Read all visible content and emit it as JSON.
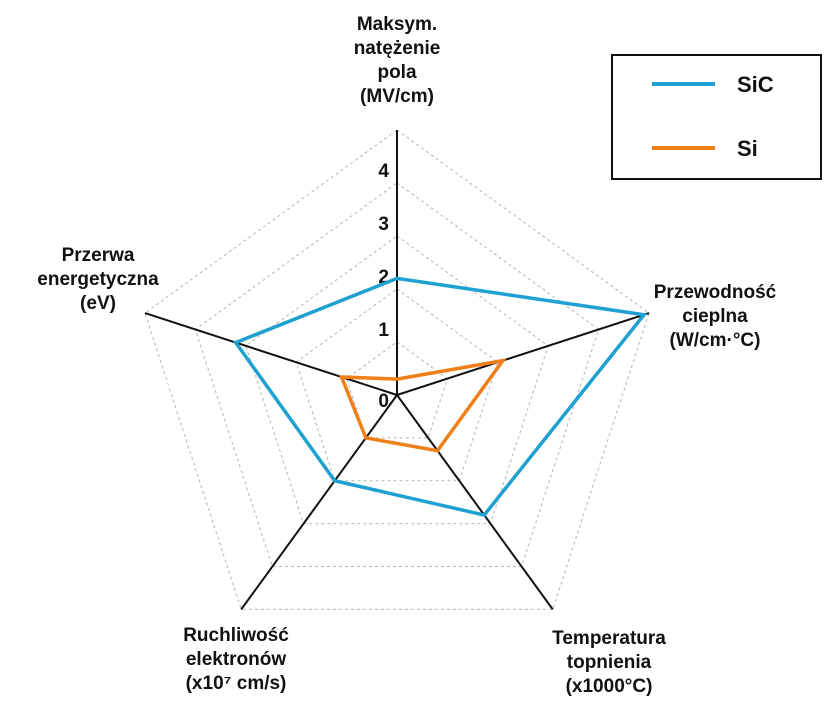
{
  "chart_data": {
    "type": "radar",
    "axes": [
      {
        "lines": [
          "Maksym.",
          "natężenie",
          "pola",
          "(MV/cm)"
        ],
        "max": 5
      },
      {
        "lines": [
          "Przewodność",
          "cieplna",
          "(W/cm·°C)"
        ],
        "max": 5
      },
      {
        "lines": [
          "Temperatura",
          "topnienia",
          "(x1000°C)"
        ],
        "max": 5
      },
      {
        "lines": [
          "Ruchliwość",
          "elektronów",
          "(x10⁷ cm/s)"
        ],
        "max": 5
      },
      {
        "lines": [
          "Przerwa",
          "energetyczna",
          "(eV)"
        ],
        "max": 5
      }
    ],
    "ticks": [
      "0",
      "1",
      "2",
      "3",
      "4"
    ],
    "tick_values": [
      0,
      1,
      2,
      3,
      4
    ],
    "grid": true,
    "legend_position": "top-right",
    "series": [
      {
        "name": "SiC",
        "color": "#1ea1d1",
        "values": [
          2.2,
          4.9,
          2.8,
          2.0,
          3.2
        ]
      },
      {
        "name": "Si",
        "color": "#ef7f16",
        "values": [
          0.3,
          2.1,
          1.3,
          1.0,
          1.1
        ]
      }
    ]
  },
  "colors": {
    "axis": "#111111",
    "grid": "#b5b5b5",
    "legend_border": "#111111"
  }
}
